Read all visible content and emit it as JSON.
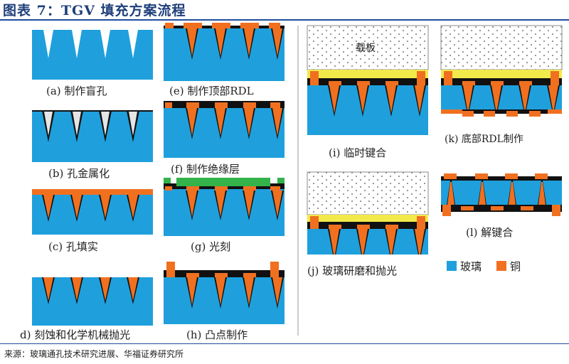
{
  "header": {
    "title": "图表 7：TGV 填充方案流程"
  },
  "steps": {
    "a": "(a) 制作盲孔",
    "b": "(b) 孔金属化",
    "c": "(c) 孔填实",
    "d": "d) 刻蚀和化学机械抛光",
    "e": "(e) 制作顶部RDL",
    "f": "(f) 制作绝缘层",
    "g": "(g) 光刻",
    "h": "(h) 凸点制作",
    "i": "(i) 临时键合",
    "j": "(j) 玻璃研磨和抛光",
    "k": "(k) 底部RDL制作",
    "l": "(l) 解键合"
  },
  "carrier_label": "载板",
  "legend": {
    "glass": "玻璃",
    "copper": "铜"
  },
  "colors": {
    "glass": "#1fa0dc",
    "copper": "#f07020",
    "insulator_green": "#33b34a",
    "adhesive_yellow": "#f2ea4a",
    "black": "#111111"
  },
  "footer": {
    "source": "来源：玻璃通孔技术研究进展、华福证券研究所"
  }
}
